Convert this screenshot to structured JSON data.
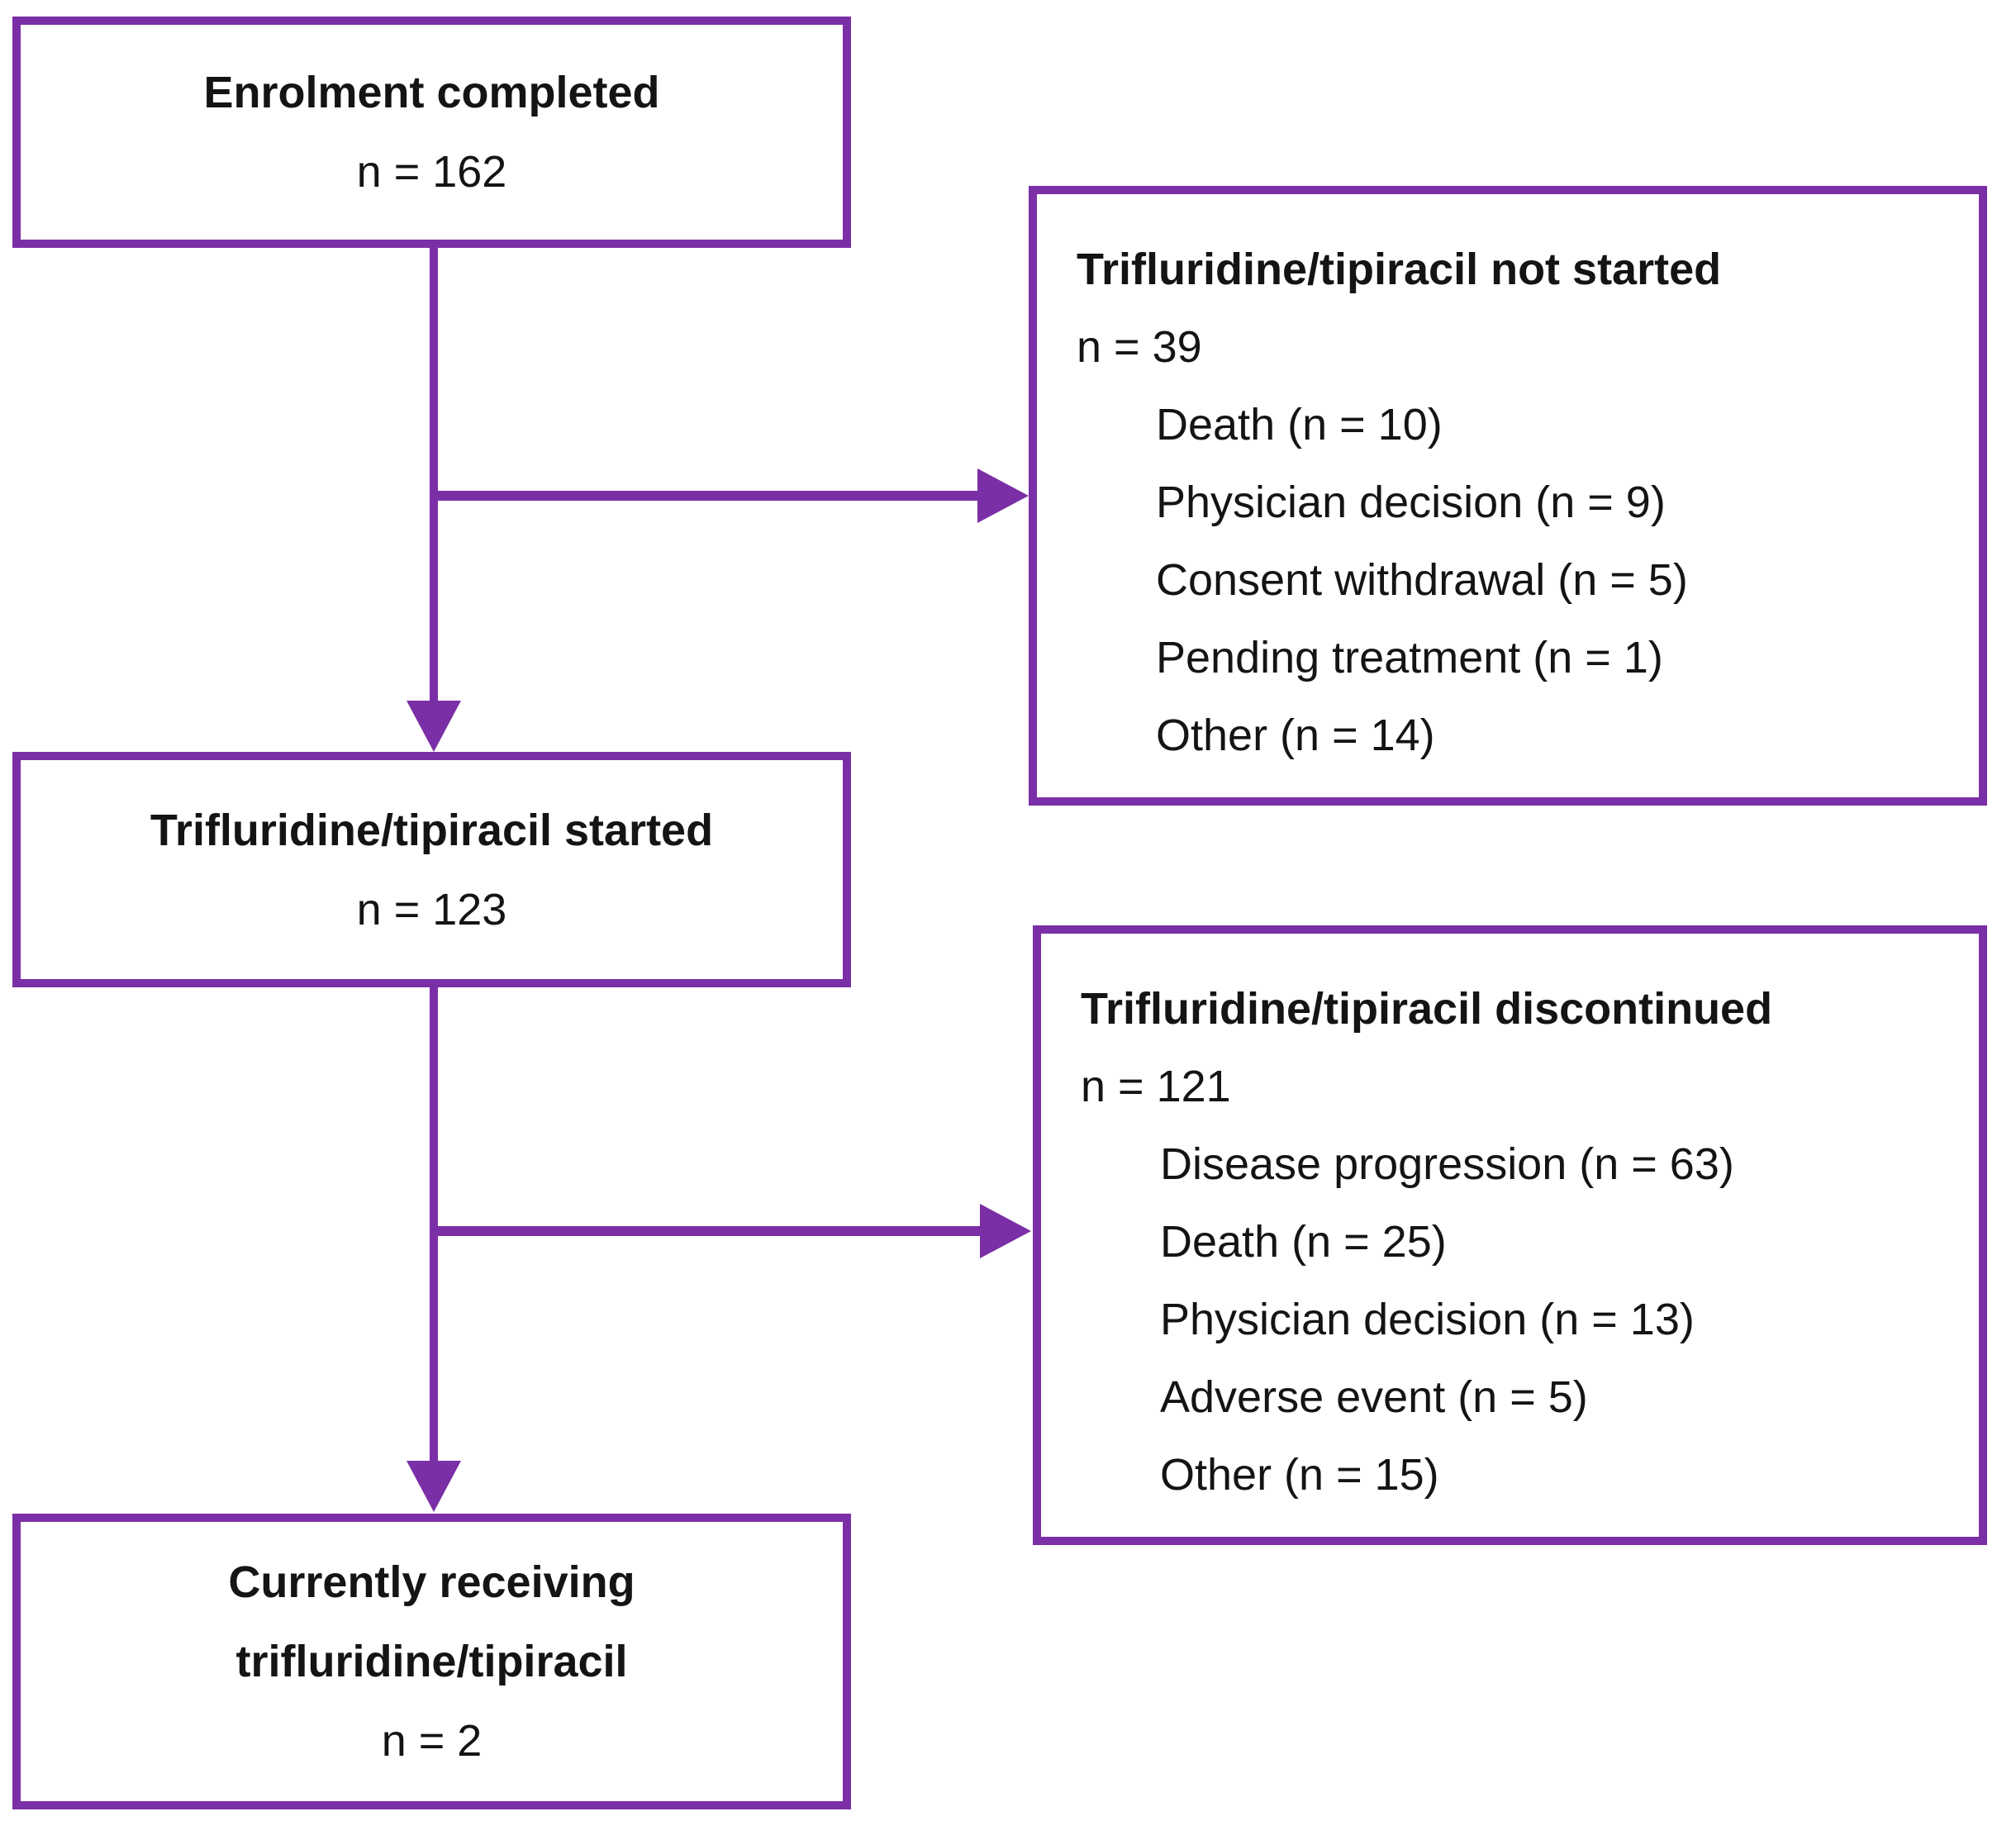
{
  "diagram": {
    "accent_color": "#7B2FA6",
    "boxes": {
      "enrolment": {
        "title": "Enrolment completed",
        "n": "n = 162"
      },
      "not_started": {
        "title": "Trifluridine/tipiracil not started",
        "n": "n = 39",
        "items": [
          "Death (n = 10)",
          "Physician decision (n = 9)",
          "Consent withdrawal (n = 5)",
          "Pending treatment (n = 1)",
          "Other (n = 14)"
        ]
      },
      "started": {
        "title": "Trifluridine/tipiracil started",
        "n": "n = 123"
      },
      "discontinued": {
        "title": "Trifluridine/tipiracil discontinued",
        "n": "n = 121",
        "items": [
          "Disease progression (n = 63)",
          "Death (n = 25)",
          "Physician decision (n = 13)",
          "Adverse event (n = 5)",
          "Other (n = 15)"
        ]
      },
      "currently_receiving": {
        "title_line1": "Currently receiving",
        "title_line2": "trifluridine/tipiracil",
        "n": "n = 2"
      }
    }
  }
}
